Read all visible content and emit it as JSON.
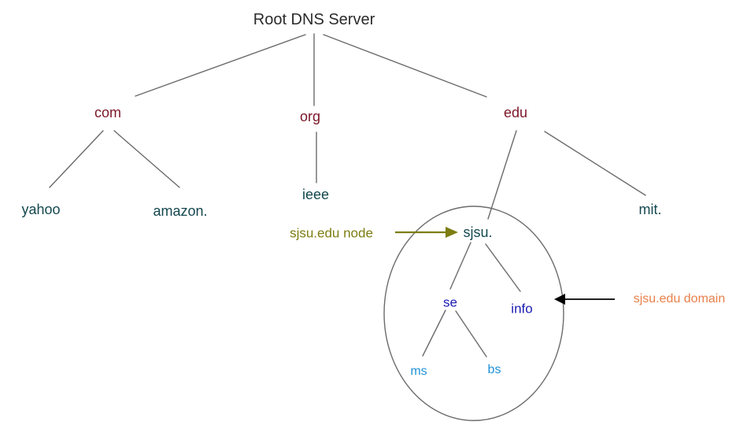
{
  "diagram": {
    "title_node": "Root DNS Server",
    "background_color": "#ffffff",
    "edge_color": "#6b6b6b",
    "ellipse_color": "#6b6b6b",
    "nodes": {
      "root": "Root DNS Server",
      "com": "com",
      "org": "org",
      "edu": "edu",
      "yahoo": "yahoo",
      "amazon": "amazon.",
      "ieee": "ieee",
      "sjsu": "sjsu.",
      "mit": "mit.",
      "se": "se",
      "info": "info",
      "ms": "ms",
      "bs": "bs"
    },
    "annotations": {
      "node_label": "sjsu.edu node",
      "node_label_color": "#7d7d12",
      "domain_label": "sjsu.edu domain",
      "domain_label_color": "#e8804a"
    },
    "colors": {
      "root": "#2b2b2b",
      "tld": "#7b1628",
      "second_level": "#14484f",
      "third_level": "#1b1bb4",
      "fourth_level": "#1f92d6"
    }
  }
}
